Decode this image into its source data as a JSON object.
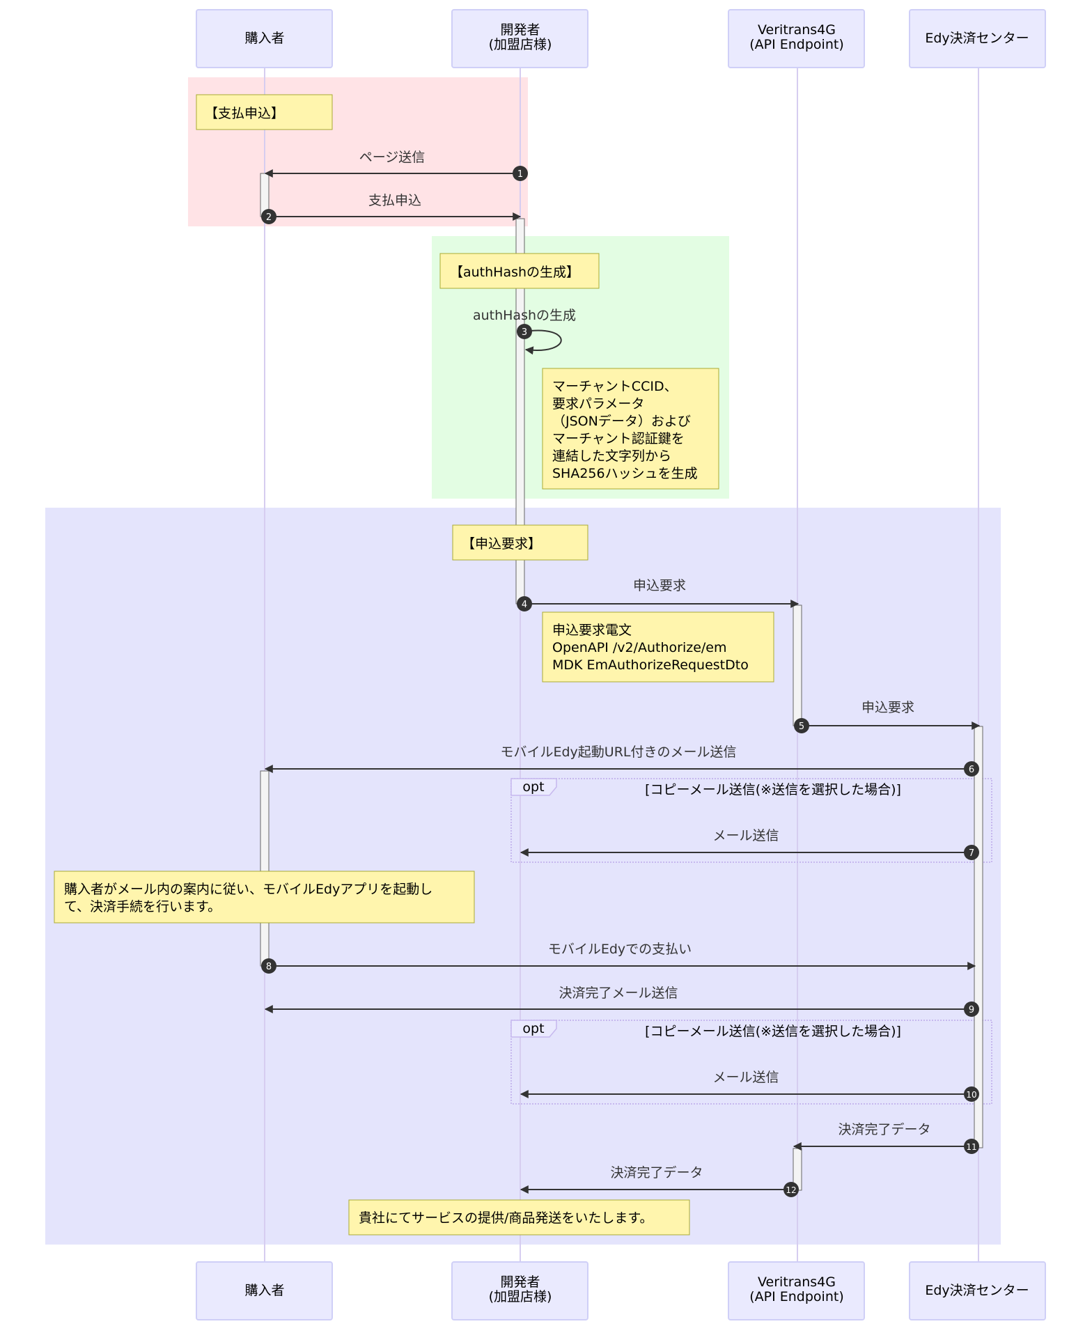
{
  "participants": [
    {
      "id": "buyer",
      "label_lines": [
        "購入者"
      ]
    },
    {
      "id": "dev",
      "label_lines": [
        "開発者",
        "(加盟店様)"
      ]
    },
    {
      "id": "vt",
      "label_lines": [
        "Veritrans4G",
        "(API Endpoint)"
      ]
    },
    {
      "id": "edy",
      "label_lines": [
        "Edy決済センター"
      ]
    }
  ],
  "section_labels": {
    "payment_application": "【支払申込】",
    "authhash": "【authHashの生成】",
    "request": "【申込要求】"
  },
  "messages": [
    {
      "num": "1",
      "text": "ページ送信"
    },
    {
      "num": "2",
      "text": "支払申込"
    },
    {
      "num": "3",
      "text": "authHashの生成"
    },
    {
      "num": "4",
      "text": "申込要求"
    },
    {
      "num": "5",
      "text": "申込要求"
    },
    {
      "num": "6",
      "text": "モバイルEdy起動URL付きのメール送信"
    },
    {
      "num": "7",
      "text": "メール送信"
    },
    {
      "num": "8",
      "text": "モバイルEdyでの支払い"
    },
    {
      "num": "9",
      "text": "決済完了メール送信"
    },
    {
      "num": "10",
      "text": "メール送信"
    },
    {
      "num": "11",
      "text": "決済完了データ"
    },
    {
      "num": "12",
      "text": "決済完了データ"
    }
  ],
  "notes": {
    "hash": [
      "マーチャントCCID、",
      "要求パラメータ",
      "（JSONデータ）および",
      "マーチャント認証鍵を",
      "連結した文字列から",
      "SHA256ハッシュを生成"
    ],
    "request_msg": [
      "申込要求電文",
      "OpenAPI /v2/Authorize/em",
      "MDK EmAuthorizeRequestDto"
    ],
    "buyer_action": [
      "購入者がメール内の案内に従い、モバイルEdyアプリを起動し",
      "て、決済手続を行います。"
    ],
    "service": [
      "貴社にてサービスの提供/商品発送をいたします。"
    ]
  },
  "opt_blocks": [
    {
      "keyword": "opt",
      "condition": "[コピーメール送信(※送信を選択した場合)]"
    },
    {
      "keyword": "opt",
      "condition": "[コピーメール送信(※送信を選択した場合)]"
    }
  ],
  "colors": {
    "actor_fill": "#eaeafe",
    "actor_border": "#cfcff7",
    "lifeline": "#d6cdf0",
    "note_fill": "#fff5ad",
    "note_border": "#aaaa33",
    "section_red": "#ffe3e6",
    "section_green": "#e3fde3",
    "section_blue": "#e4e4fc",
    "arrow": "#333333",
    "activation_fill": "#f4f4f4",
    "activation_border": "#666666",
    "opt_border": "#c6b8ee"
  }
}
